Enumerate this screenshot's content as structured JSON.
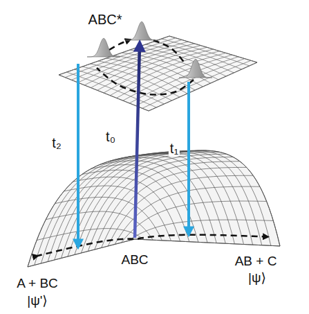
{
  "diagram": {
    "labels": [
      "ABC*",
      "t₂",
      "t₀",
      "t₁",
      "ABC",
      "A + BC",
      "|ψ'⟩",
      "AB + C",
      "|ψ⟩"
    ]
  }
}
